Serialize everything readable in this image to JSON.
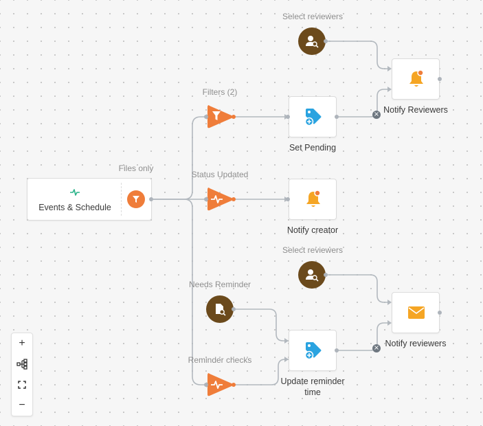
{
  "nodes": {
    "events": {
      "title": "Events & Schedule",
      "top_label": "Files only"
    },
    "filters": {
      "label": "Filters (2)"
    },
    "status_updated": {
      "label": "Status Updated"
    },
    "needs_reminder": {
      "label": "Needs Reminder"
    },
    "reminder_checks": {
      "label": "Reminder checks"
    },
    "select_reviewers_1": {
      "label": "Select reviewers"
    },
    "select_reviewers_2": {
      "label": "Select reviewers"
    },
    "set_pending": {
      "title": "Set Pending"
    },
    "notify_creator": {
      "title": "Notify creator"
    },
    "update_reminder": {
      "title_line1": "Update reminder",
      "title_line2": "time"
    },
    "notify_reviewers_1": {
      "title": "Notify Reviewers"
    },
    "notify_reviewers_2": {
      "title": "Notify reviewers"
    }
  },
  "controls": {
    "zoom_in": "+",
    "zoom_out": "−"
  },
  "colors": {
    "orange": "#ef7d3a",
    "brown": "#6b4a1c",
    "blue": "#2aa3e0",
    "bell": "#f5a524",
    "edge": "#aeb4bb"
  }
}
